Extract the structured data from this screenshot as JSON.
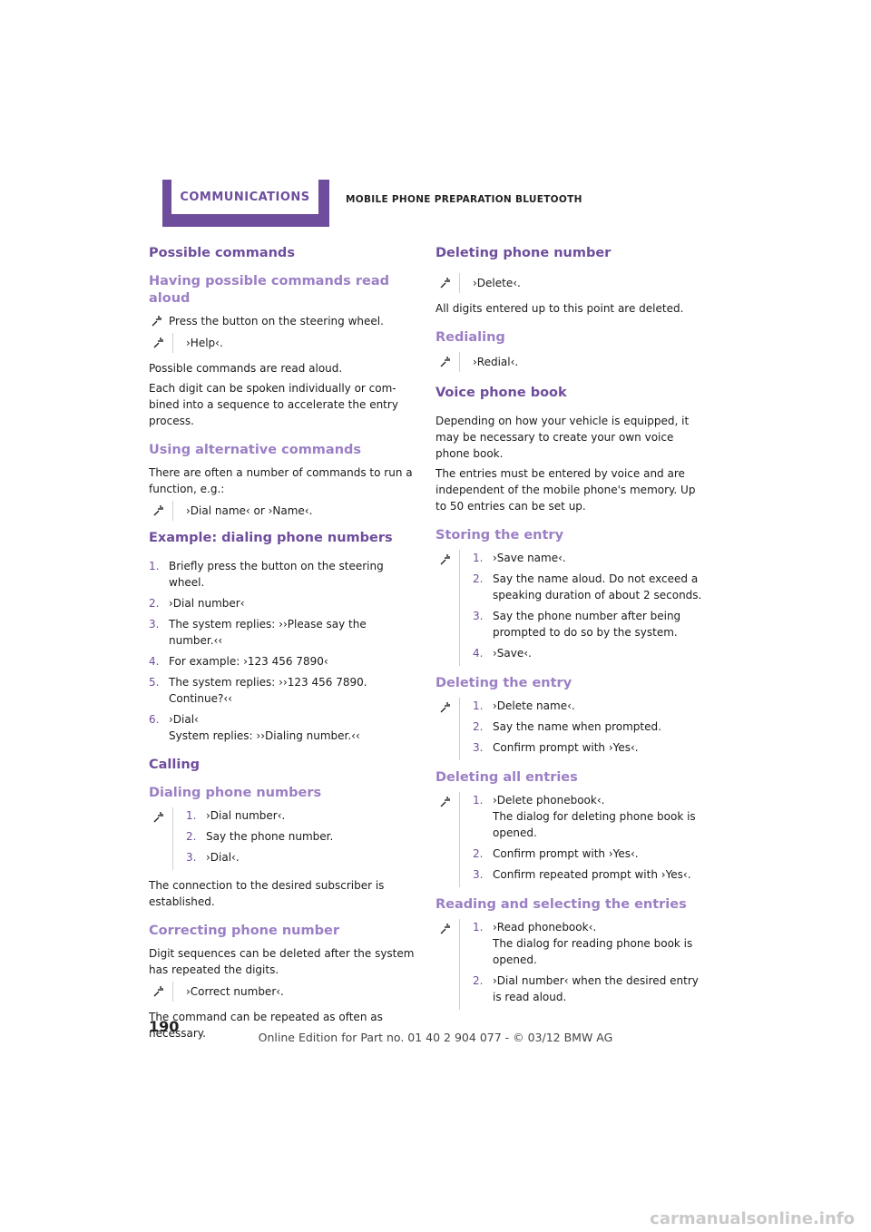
{
  "header": {
    "section_tab": "COMMUNICATIONS",
    "title": "MOBILE PHONE PREPARATION BLUETOOTH"
  },
  "left": {
    "h_possible": "Possible commands",
    "h_read_aloud": "Having possible commands read aloud",
    "press_button": "Press the button on the steering wheel.",
    "help_cmd": "›Help‹.",
    "read_aloud_p": "Possible commands are read aloud.",
    "digit_p": "Each digit can be spoken individually or com-bined into a sequence to accelerate the entry process.",
    "h_alternative": "Using alternative commands",
    "alternative_p": "There are often a number of commands to run a function, e.g.:",
    "alt_cmd": "›Dial name‹ or ›Name‹.",
    "h_example": "Example: dialing phone numbers",
    "example_steps": [
      {
        "n": "1.",
        "t": "Briefly press the button on the steering wheel."
      },
      {
        "n": "2.",
        "t": "›Dial number‹"
      },
      {
        "n": "3.",
        "t": "The system replies: ››Please say the number.‹‹"
      },
      {
        "n": "4.",
        "t": "For example: ›123 456 7890‹"
      },
      {
        "n": "5.",
        "t": "The system replies: ››123 456 7890. Continue?‹‹"
      },
      {
        "n": "6.",
        "t": "›Dial‹\nSystem replies: ››Dialing number.‹‹"
      }
    ],
    "h_calling": "Calling",
    "h_dialing": "Dialing phone numbers",
    "dialing_steps": [
      {
        "n": "1.",
        "t": "›Dial number‹."
      },
      {
        "n": "2.",
        "t": "Say the phone number."
      },
      {
        "n": "3.",
        "t": "›Dial‹."
      }
    ],
    "connection_p": "The connection to the desired subscriber is established.",
    "h_correcting": "Correcting phone number",
    "correcting_p": "Digit sequences can be deleted after the system has repeated the digits.",
    "correct_cmd": "›Correct number‹.",
    "repeat_p": "The command can be repeated as often as necessary."
  },
  "right": {
    "h_deleting_number": "Deleting phone number",
    "delete_cmd": "›Delete‹.",
    "deleted_p": "All digits entered up to this point are deleted.",
    "h_redialing": "Redialing",
    "redial_cmd": "›Redial‹.",
    "h_voice_book": "Voice phone book",
    "voice_p1": "Depending on how your vehicle is equipped, it may be necessary to create your own voice phone book.",
    "voice_p2": "The entries must be entered by voice and are independent of the mobile phone's memory. Up to 50 entries can be set up.",
    "h_storing": "Storing the entry",
    "storing_steps": [
      {
        "n": "1.",
        "t": "›Save name‹."
      },
      {
        "n": "2.",
        "t": "Say the name aloud. Do not exceed a speaking duration of about 2 seconds."
      },
      {
        "n": "3.",
        "t": "Say the phone number after being prompted to do so by the system."
      },
      {
        "n": "4.",
        "t": "›Save‹."
      }
    ],
    "h_deleting_entry": "Deleting the entry",
    "deleting_entry_steps": [
      {
        "n": "1.",
        "t": "›Delete name‹."
      },
      {
        "n": "2.",
        "t": "Say the name when prompted."
      },
      {
        "n": "3.",
        "t": "Confirm prompt with ›Yes‹."
      }
    ],
    "h_deleting_all": "Deleting all entries",
    "deleting_all_steps": [
      {
        "n": "1.",
        "t": "›Delete phonebook‹.\nThe dialog for deleting phone book is opened."
      },
      {
        "n": "2.",
        "t": "Confirm prompt with ›Yes‹."
      },
      {
        "n": "3.",
        "t": "Confirm repeated prompt with ›Yes‹."
      }
    ],
    "h_reading": "Reading and selecting the entries",
    "reading_steps": [
      {
        "n": "1.",
        "t": "›Read phonebook‹.\nThe dialog for reading phone book is opened."
      },
      {
        "n": "2.",
        "t": "›Dial number‹ when the desired entry is read aloud."
      }
    ]
  },
  "page_number": "190",
  "footer": "Online Edition for Part no. 01 40 2 904 077 - © 03/12 BMW AG",
  "watermark": "carmanualsonline.info",
  "colors": {
    "accent": "#6e4d9c",
    "subheading": "#9b7fc4"
  }
}
